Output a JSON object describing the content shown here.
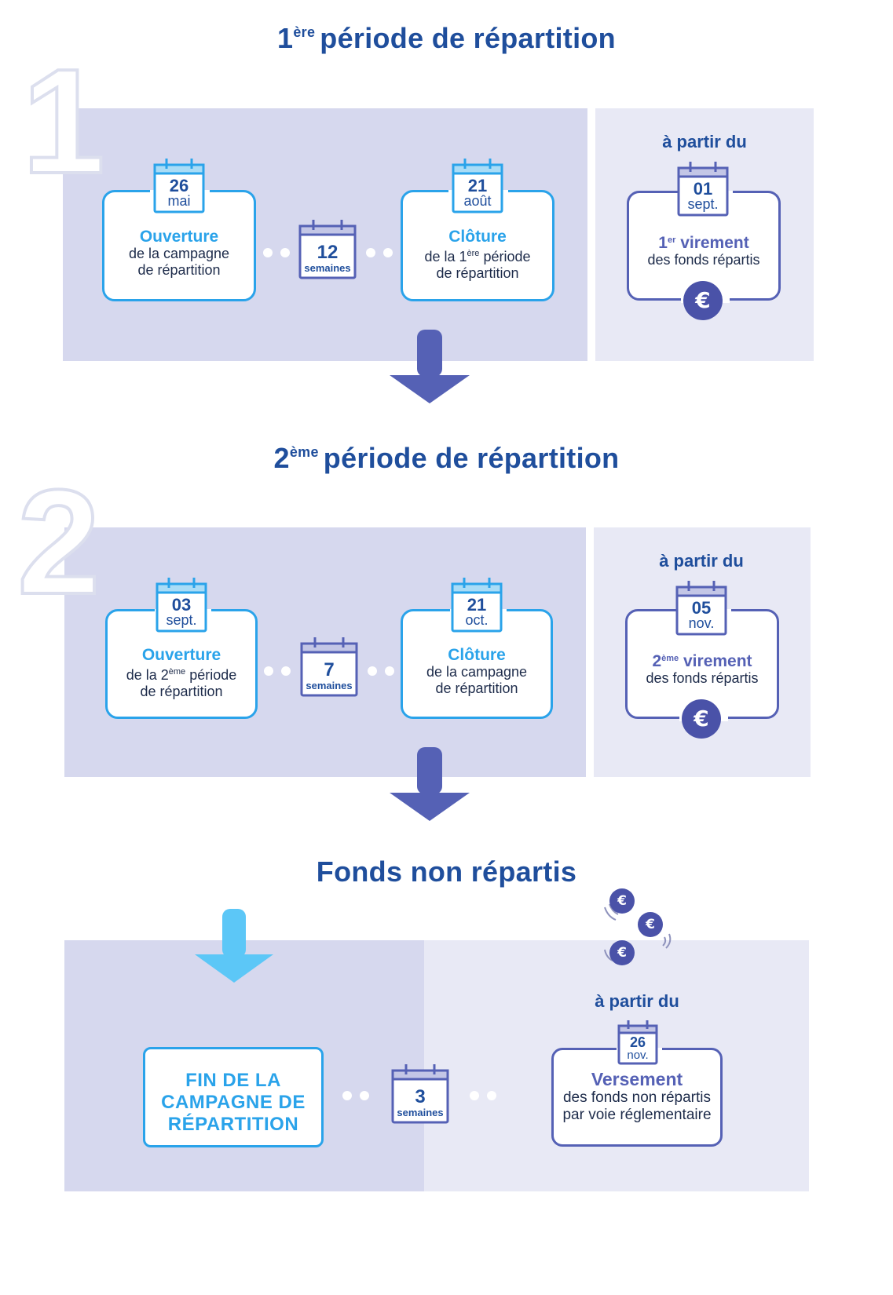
{
  "colors": {
    "dark_blue": "#1f4e9c",
    "sky_blue": "#2aa3ea",
    "purple": "#5561b5",
    "panel": "#d6d8ee",
    "panel_light": "#e8e9f5"
  },
  "period1": {
    "title_num": "1",
    "title_sup": "ère",
    "title_rest": "période de répartition",
    "big_number": "1",
    "open": {
      "day": "26",
      "month": "mai",
      "head": "Ouverture",
      "line1": "de la campagne",
      "line2": "de répartition"
    },
    "duration": {
      "value": "12",
      "unit": "semaines"
    },
    "close": {
      "day": "21",
      "month": "août",
      "head": "Clôture",
      "line1_a": "de la 1",
      "line1_sup": "ère",
      "line1_b": " période",
      "line2": "de répartition"
    },
    "from_label": "à partir du",
    "payment": {
      "day": "01",
      "month": "sept.",
      "head_num": "1",
      "head_sup": "er",
      "head_rest": " virement",
      "line1": "des fonds répartis"
    },
    "euro_icon": "euro-coin-icon"
  },
  "period2": {
    "title_num": "2",
    "title_sup": "ème",
    "title_rest": "période de répartition",
    "big_number": "2",
    "open": {
      "day": "03",
      "month": "sept.",
      "head": "Ouverture",
      "line1_a": "de la 2",
      "line1_sup": "ème",
      "line1_b": " période",
      "line2": "de répartition"
    },
    "duration": {
      "value": "7",
      "unit": "semaines"
    },
    "close": {
      "day": "21",
      "month": "oct.",
      "head": "Clôture",
      "line1": "de la campagne",
      "line2": "de répartition"
    },
    "from_label": "à partir du",
    "payment": {
      "day": "05",
      "month": "nov.",
      "head_num": "2",
      "head_sup": "ème",
      "head_rest": " virement",
      "line1": "des fonds répartis"
    },
    "euro_icon": "euro-coin-icon"
  },
  "unallocated": {
    "title": "Fonds non répartis",
    "end_line1": "FIN DE LA",
    "end_line2": "CAMPAGNE DE",
    "end_line3": "RÉPARTITION",
    "duration": {
      "value": "3",
      "unit": "semaines"
    },
    "from_label": "à partir du",
    "payment": {
      "day": "26",
      "month": "nov.",
      "head": "Versement",
      "line1": "des fonds non répartis",
      "line2": "par voie réglementaire"
    },
    "coins_icon": "falling-euro-coins-icon"
  }
}
